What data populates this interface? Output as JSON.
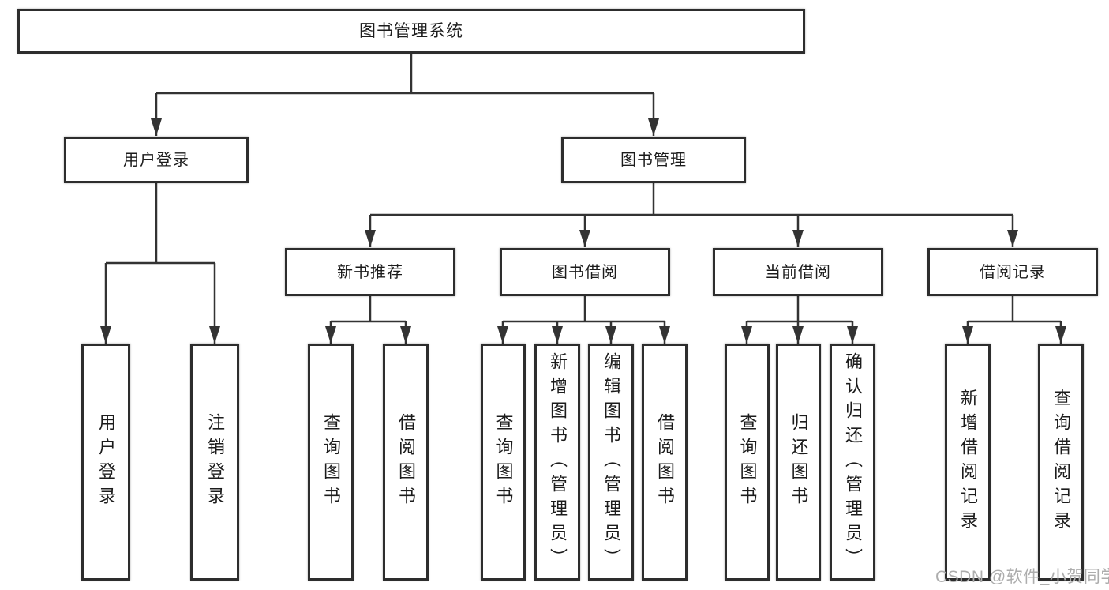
{
  "diagram": {
    "root": {
      "label": "图书管理系统",
      "children": [
        {
          "label": "用户登录",
          "children": [
            {
              "label": "用户登录"
            },
            {
              "label": "注销登录"
            }
          ]
        },
        {
          "label": "图书管理",
          "children": [
            {
              "label": "新书推荐",
              "children": [
                {
                  "label": "查询图书"
                },
                {
                  "label": "借阅图书"
                }
              ]
            },
            {
              "label": "图书借阅",
              "children": [
                {
                  "label": "查询图书"
                },
                {
                  "label": "新增图书（管理员）"
                },
                {
                  "label": "编辑图书（管理员）"
                },
                {
                  "label": "借阅图书"
                }
              ]
            },
            {
              "label": "当前借阅",
              "children": [
                {
                  "label": "查询图书"
                },
                {
                  "label": "归还图书"
                },
                {
                  "label": "确认归还（管理员）"
                }
              ]
            },
            {
              "label": "借阅记录",
              "children": [
                {
                  "label": "新增借阅记录"
                },
                {
                  "label": "查询借阅记录"
                }
              ]
            }
          ]
        }
      ]
    },
    "watermark": "CSDN @软件_小贺同学",
    "colors": {
      "line": "#333333",
      "border": "#2d2d2d",
      "text": "#1c1c1c",
      "watermark": "#adadad",
      "background": "#ffffff"
    }
  }
}
